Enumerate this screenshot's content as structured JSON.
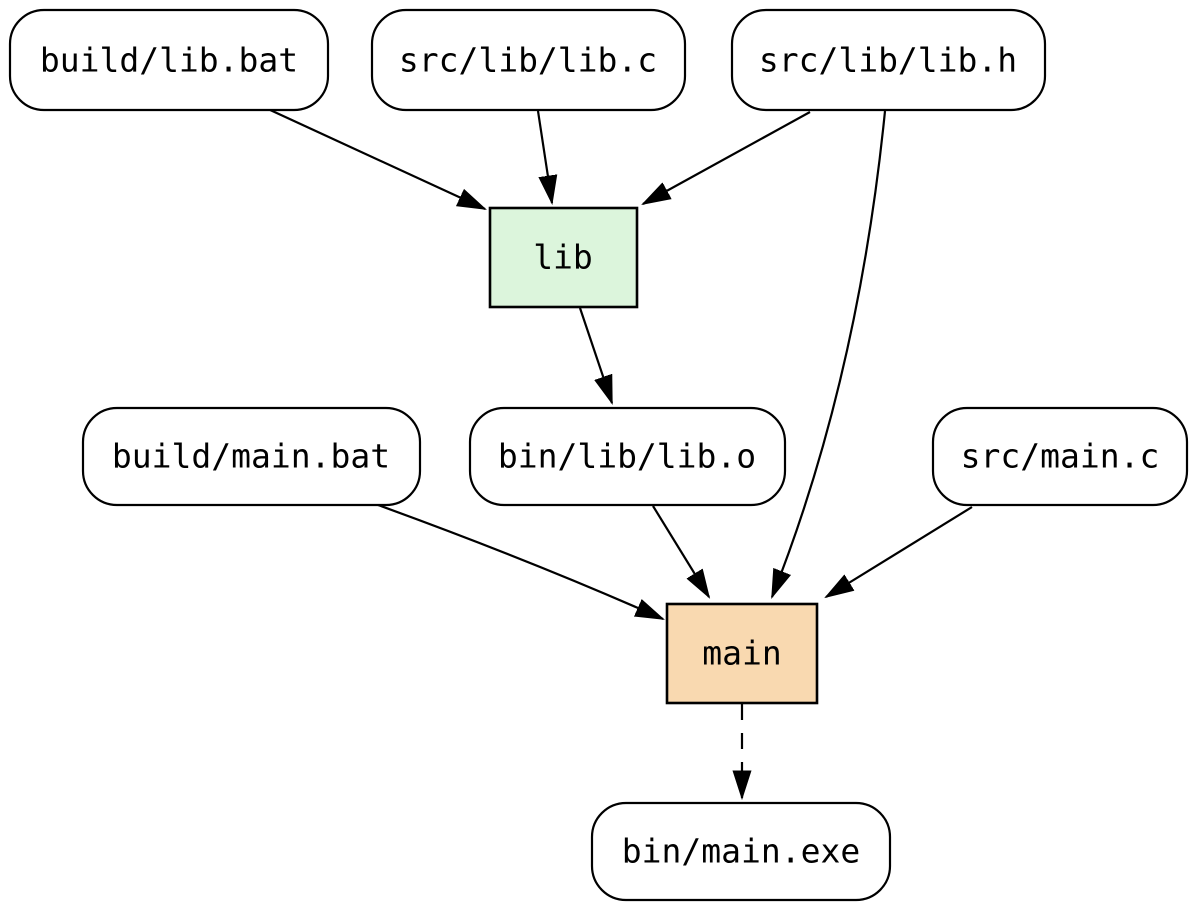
{
  "diagram": {
    "type": "build-dependency-graph",
    "background_color": "#ffffff",
    "edge_color": "#000000",
    "nodes": {
      "build_lib_bat": {
        "label": "build/lib.bat",
        "shape": "rounded-rect",
        "fill": "#ffffff"
      },
      "src_lib_c": {
        "label": "src/lib/lib.c",
        "shape": "rounded-rect",
        "fill": "#ffffff"
      },
      "src_lib_h": {
        "label": "src/lib/lib.h",
        "shape": "rounded-rect",
        "fill": "#ffffff"
      },
      "lib": {
        "label": "lib",
        "shape": "rect",
        "fill": "#dcf5dc"
      },
      "build_main_bat": {
        "label": "build/main.bat",
        "shape": "rounded-rect",
        "fill": "#ffffff"
      },
      "bin_lib_lib_o": {
        "label": "bin/lib/lib.o",
        "shape": "rounded-rect",
        "fill": "#ffffff"
      },
      "src_main_c": {
        "label": "src/main.c",
        "shape": "rounded-rect",
        "fill": "#ffffff"
      },
      "main": {
        "label": "main",
        "shape": "rect",
        "fill": "#f9d9b0"
      },
      "bin_main_exe": {
        "label": "bin/main.exe",
        "shape": "rounded-rect",
        "fill": "#ffffff"
      }
    },
    "edges": [
      {
        "from": "build/lib.bat",
        "to": "lib",
        "style": "solid"
      },
      {
        "from": "src/lib/lib.c",
        "to": "lib",
        "style": "solid"
      },
      {
        "from": "src/lib/lib.h",
        "to": "lib",
        "style": "solid"
      },
      {
        "from": "lib",
        "to": "bin/lib/lib.o",
        "style": "solid"
      },
      {
        "from": "src/lib/lib.h",
        "to": "main",
        "style": "solid"
      },
      {
        "from": "build/main.bat",
        "to": "main",
        "style": "solid"
      },
      {
        "from": "bin/lib/lib.o",
        "to": "main",
        "style": "solid"
      },
      {
        "from": "src/main.c",
        "to": "main",
        "style": "solid"
      },
      {
        "from": "main",
        "to": "bin/main.exe",
        "style": "dashed"
      }
    ]
  }
}
